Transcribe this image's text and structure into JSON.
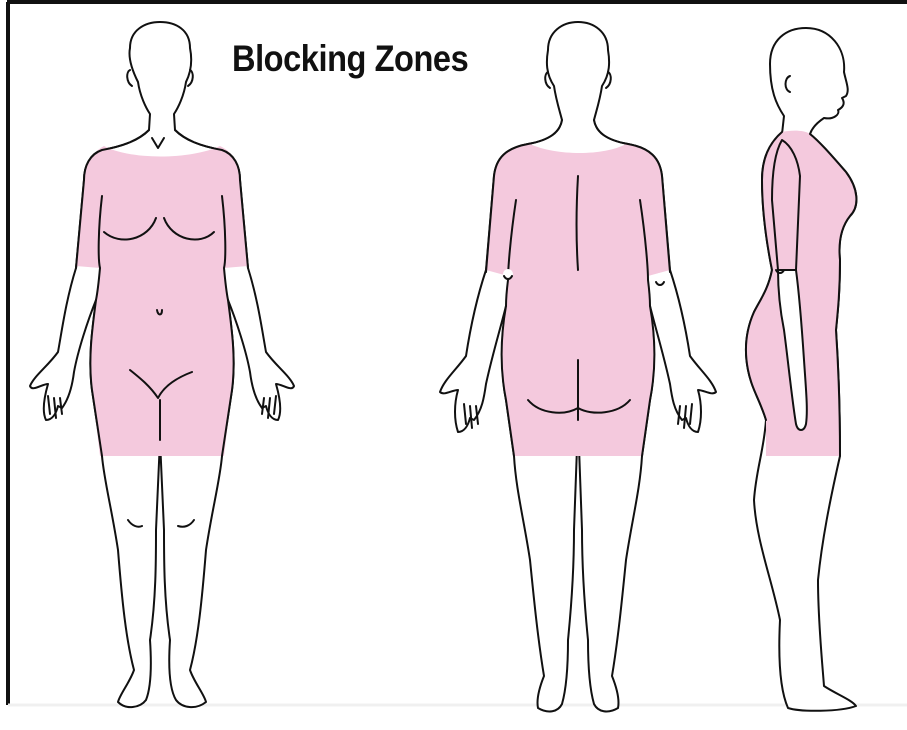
{
  "title": "Blocking Zones",
  "colors": {
    "zone_fill": "#f4c9dd",
    "outline": "#111111",
    "background": "#ffffff",
    "frame": "#111111"
  },
  "figures": [
    {
      "view": "front"
    },
    {
      "view": "back"
    },
    {
      "view": "side"
    }
  ]
}
